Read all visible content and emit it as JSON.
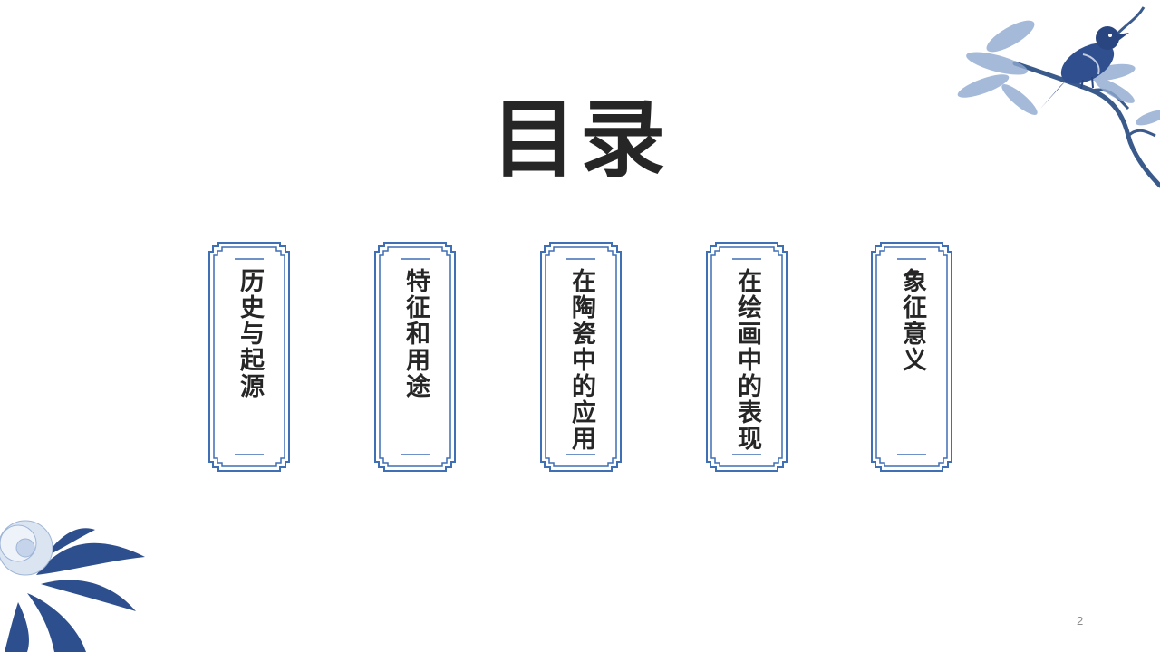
{
  "slide": {
    "title": "目录",
    "page_number": "2"
  },
  "toc": {
    "items": [
      {
        "label": "历史与起源"
      },
      {
        "label": "特征和用途"
      },
      {
        "label": "在陶瓷中的应用"
      },
      {
        "label": "在绘画中的表现"
      },
      {
        "label": "象征意义"
      }
    ]
  },
  "colors": {
    "accent": "#3f6fb5",
    "text": "#262626",
    "bird": "#2f4f8f"
  },
  "decorations": {
    "top_right": "bird-on-branch-icon",
    "bottom_left": "peony-flower-icon"
  }
}
